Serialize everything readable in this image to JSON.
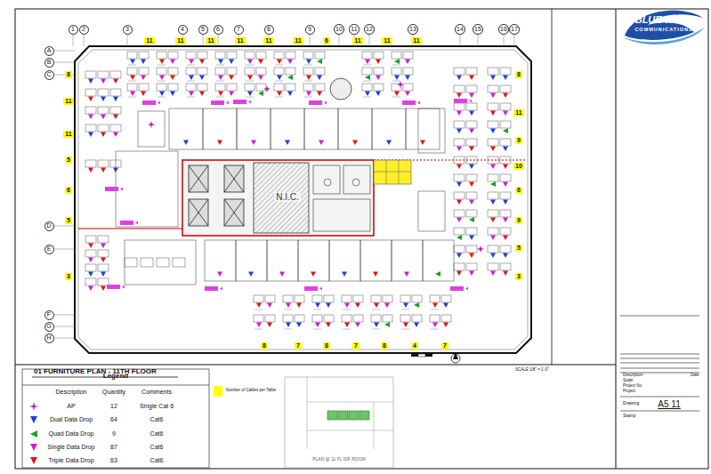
{
  "diagram": {
    "title": "01 FURNITURE PLAN - 11TH FLOOR",
    "nodes": [
      {
        "text": [
          "1"
        ]
      },
      {
        "text": [
          "2"
        ]
      },
      {
        "text": [
          "3"
        ]
      },
      {
        "text": [
          "4"
        ]
      },
      {
        "text": [
          "5"
        ]
      },
      {
        "text": [
          "6"
        ]
      },
      {
        "text": [
          "7"
        ]
      },
      {
        "text": [
          "8"
        ]
      },
      {
        "text": [
          "9"
        ]
      },
      {
        "text": [
          "10"
        ]
      },
      {
        "text": [
          "11"
        ]
      },
      {
        "text": [
          "12"
        ]
      },
      {
        "text": [
          "13"
        ]
      },
      {
        "text": [
          "14"
        ]
      },
      {
        "text": [
          "15"
        ]
      },
      {
        "text": [
          "16"
        ]
      },
      {
        "text": [
          "17"
        ]
      },
      {
        "text": [
          "11"
        ]
      },
      {
        "text": [
          "11"
        ]
      },
      {
        "text": [
          "11"
        ]
      },
      {
        "text": [
          "11"
        ]
      },
      {
        "text": [
          "11"
        ]
      },
      {
        "text": [
          "11"
        ]
      },
      {
        "text": [
          "6"
        ]
      },
      {
        "text": [
          "11"
        ]
      },
      {
        "text": [
          "11"
        ]
      },
      {
        "text": [
          "11"
        ]
      },
      {
        "text": [
          "A"
        ]
      },
      {
        "text": [
          "B"
        ]
      },
      {
        "text": [
          "C"
        ]
      },
      {
        "text": [
          "D"
        ]
      },
      {
        "text": [
          "E"
        ]
      },
      {
        "text": [
          "F"
        ]
      },
      {
        "text": [
          "G"
        ]
      },
      {
        "text": [
          "H"
        ]
      },
      {
        "text": [
          "8"
        ]
      },
      {
        "text": [
          "11"
        ]
      },
      {
        "text": [
          "11"
        ]
      },
      {
        "text": [
          "5"
        ]
      },
      {
        "text": [
          "6"
        ]
      },
      {
        "text": [
          "5"
        ]
      },
      {
        "text": [
          "3"
        ]
      },
      {
        "text": [
          "8"
        ]
      },
      {
        "text": [
          "11"
        ]
      },
      {
        "text": [
          "9"
        ]
      },
      {
        "text": [
          "10"
        ]
      },
      {
        "text": [
          "6"
        ]
      },
      {
        "text": [
          "9"
        ]
      },
      {
        "text": [
          "5"
        ]
      },
      {
        "text": [
          "3"
        ]
      },
      {
        "text": [
          "8"
        ]
      },
      {
        "text": [
          "7"
        ]
      },
      {
        "text": [
          "8"
        ]
      },
      {
        "text": [
          "7"
        ]
      },
      {
        "text": [
          "8"
        ]
      },
      {
        "text": [
          "4"
        ]
      },
      {
        "text": [
          "7"
        ]
      }
    ],
    "labels": [
      "N.I.C.",
      "SCALE 1/8\" = 1'-0\"",
      "Legend",
      "Description",
      "Quantity",
      "Comments",
      "12",
      "Single Cat 6",
      "64",
      "Cat6",
      "9",
      "Cat6",
      "87",
      "Cat6",
      "63",
      "Cat6",
      "#",
      "PLAN @ 11 FL IDF ROOM",
      "BLUE WAVE",
      "COMMUNICATIONS",
      "Description",
      "Date",
      "Scale",
      "Project No.",
      "Project",
      "Drawing",
      "A5 11",
      "Stamp"
    ],
    "legend": [
      {
        "text": "AP"
      },
      {
        "text": "Dual Data Drop"
      },
      {
        "text": "Quad Data Drop"
      },
      {
        "text": "Single Data Drop"
      },
      {
        "text": "Triple Data Drop"
      },
      {
        "text": "Number of Cables per Table",
        "color": "#ffff00"
      }
    ]
  }
}
